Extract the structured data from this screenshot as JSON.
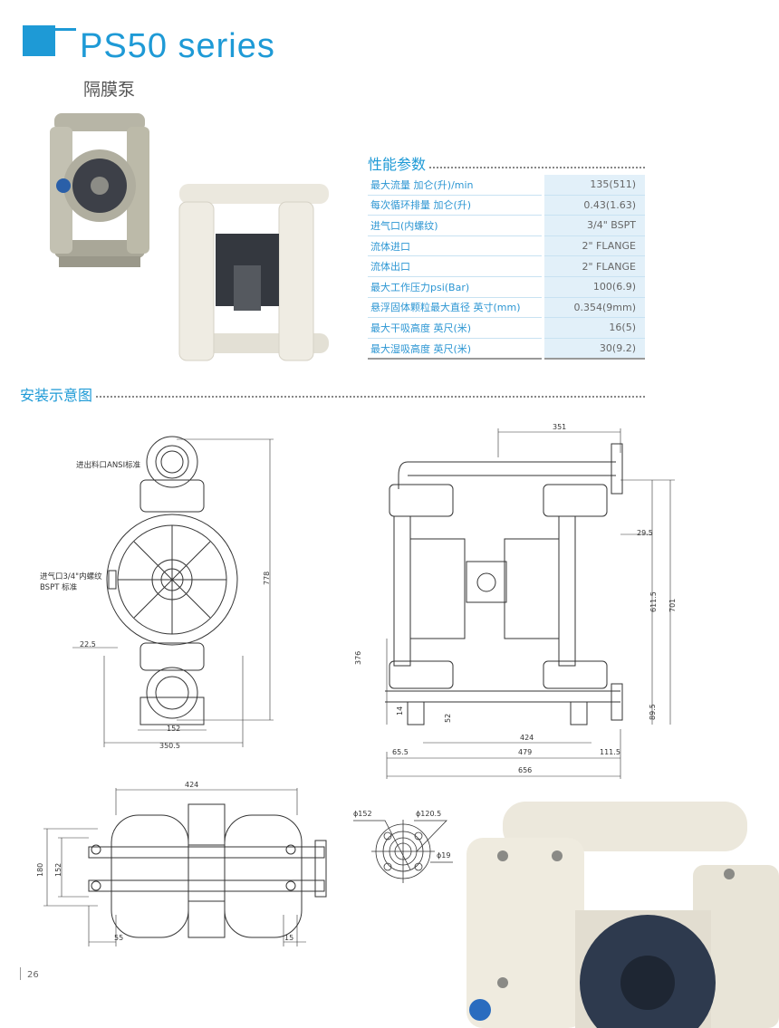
{
  "header": {
    "title": "PS50 series",
    "subtitle": "隔膜泵",
    "accent": "#1e9ad6"
  },
  "specs": {
    "heading": "性能参数",
    "rows": [
      {
        "label": "最大流量 加仑(升)/min",
        "value": "135(511)"
      },
      {
        "label": "每次循环排量 加仑(升)",
        "value": "0.43(1.63)"
      },
      {
        "label": "进气口(内螺纹)",
        "value": "3/4\"  BSPT"
      },
      {
        "label": "流体进口",
        "value": "2\"  FLANGE"
      },
      {
        "label": "流体出口",
        "value": "2\"  FLANGE"
      },
      {
        "label": "最大工作压力psi(Bar)",
        "value": "100(6.9)"
      },
      {
        "label": "悬浮固体颗粒最大直径 英寸(mm)",
        "value": "0.354(9mm)"
      },
      {
        "label": "最大干吸高度 英尺(米)",
        "value": "16(5)"
      },
      {
        "label": "最大湿吸高度 英尺(米)",
        "value": "30(9.2)"
      }
    ]
  },
  "install": {
    "heading": "安装示意图",
    "front": {
      "note_outlet": "进出料口ANSI标准",
      "note_air_1": "进气口3/4\"内螺纹",
      "note_air_2": "BSPT 标准",
      "h778": "778",
      "d22_5": "22.5",
      "w152": "152",
      "w350_5": "350.5"
    },
    "side": {
      "w351": "351",
      "d29_5": "29.5",
      "h611_5": "611.5",
      "h701": "701",
      "h376": "376",
      "h14": "14",
      "h52": "52",
      "h89_5": "89.5",
      "w424": "424",
      "w65_5": "65.5",
      "w479": "479",
      "w111_5": "111.5",
      "w656": "656"
    },
    "bottom": {
      "w424": "424",
      "h180": "180",
      "h152": "152",
      "w55": "55",
      "w15": "15"
    },
    "flange": {
      "d152": "ϕ152",
      "d120_5": "ϕ120.5",
      "d19": "ϕ19"
    }
  },
  "page_number": "26"
}
